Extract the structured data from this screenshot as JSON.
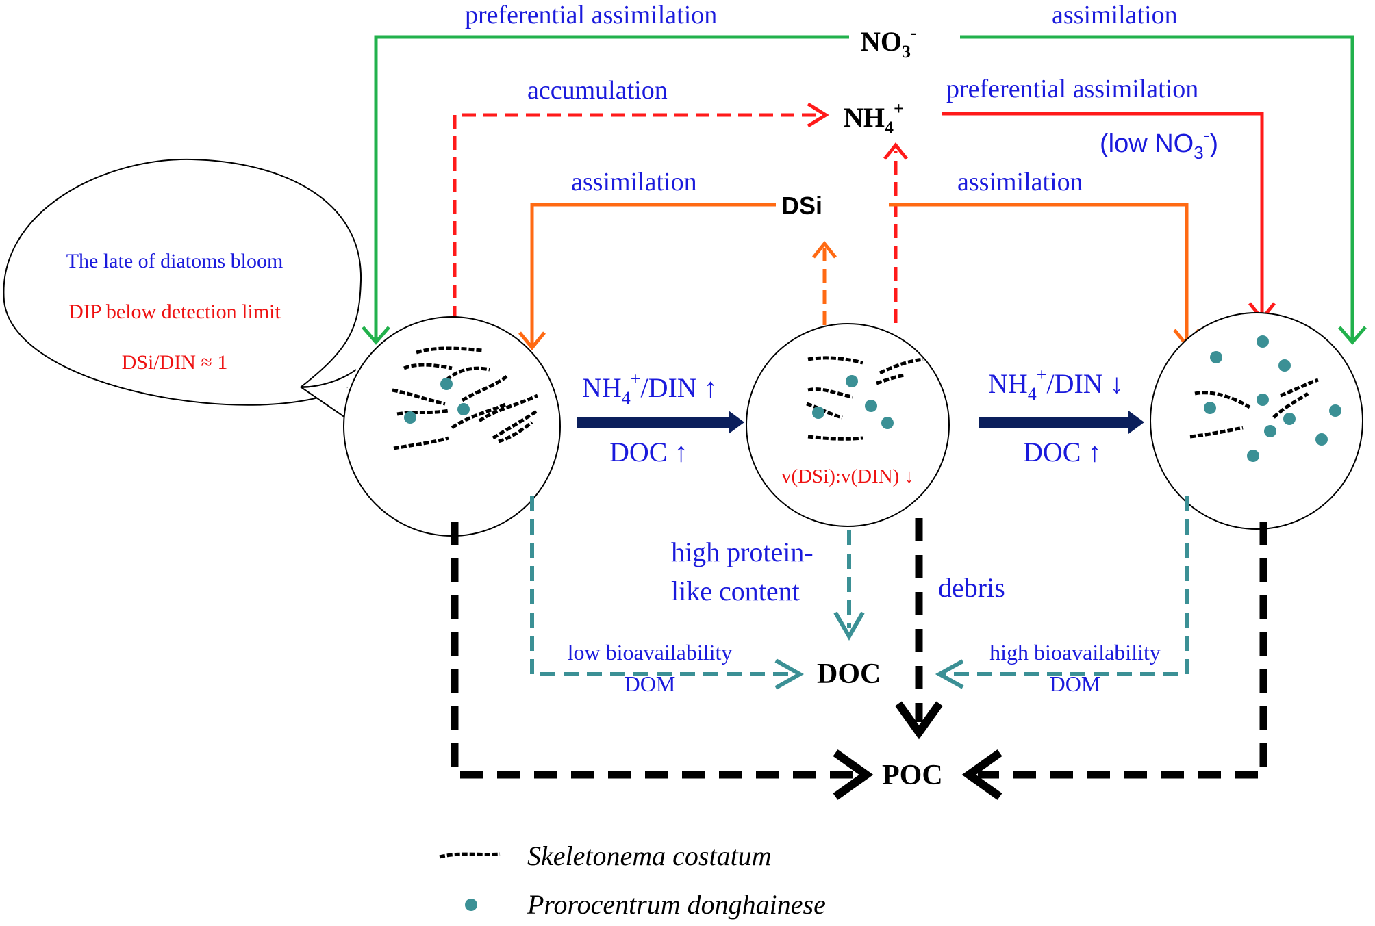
{
  "colors": {
    "blue_text": "#1a1adc",
    "red_text": "#ee1111",
    "green": "#22b14c",
    "red": "#ff1a1a",
    "orange": "#ff6a13",
    "navy": "#0b1f5c",
    "teal": "#3b9095",
    "black": "#000000"
  },
  "nutrients": {
    "no3": "NO",
    "no3_sub": "3",
    "no3_sup": "-",
    "nh4": "NH",
    "nh4_sub": "4",
    "nh4_sup": "+",
    "dsi": "DSi"
  },
  "processes": {
    "no3_left": "preferential assimilation",
    "no3_right": "assimilation",
    "nh4_left": "accumulation",
    "nh4_right": "preferential assimilation",
    "low_no3_open": "(low NO",
    "low_no3_sub": "3",
    "low_no3_sup": "-",
    "low_no3_close": ")",
    "dsi_left": "assimilation",
    "dsi_right": "assimilation"
  },
  "callout": {
    "line1": "The late of diatoms bloom",
    "line2": "DIP below detection limit",
    "line3": "DSi/DIN ≈ 1"
  },
  "transitions": {
    "t1_nh4": "NH",
    "t1_sub": "4",
    "t1_sup": "+",
    "t1_rest": "/DIN ↑",
    "t1_doc": "DOC  ↑",
    "t2_nh4": "NH",
    "t2_sub": "4",
    "t2_sup": "+",
    "t2_rest": "/DIN ↓",
    "t2_doc": "DOC  ↑"
  },
  "middle_ratio": "v(DSi):v(DIN) ↓",
  "outputs": {
    "protein_line1": "high protein-",
    "protein_line2": "like content",
    "debris": "debris",
    "low_bio_line1": "low bioavailability",
    "low_bio_line2": "DOM",
    "high_bio_line1": "high bioavailability",
    "high_bio_line2": "DOM",
    "doc": "DOC",
    "poc": "POC"
  },
  "legend": {
    "skeletonema": "Skeletonema costatum",
    "prorocentrum": "Prorocentrum donghainese"
  }
}
